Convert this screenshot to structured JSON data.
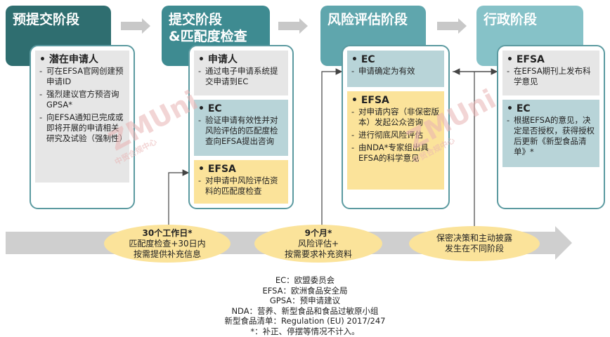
{
  "stages": [
    {
      "title": "预提交阶段",
      "color": "#2f6e70"
    },
    {
      "title": "提交阶段\n&匹配度检查",
      "color": "#3e8b91"
    },
    {
      "title": "风险评估阶段",
      "color": "#5fa6ad"
    },
    {
      "title": "行政阶段",
      "color": "#86c2c8"
    }
  ],
  "stage1": {
    "box1": {
      "title": "潜在申请人",
      "items": [
        "可在EFSA官网创建预申请ID",
        "强烈建议官方预咨询 GPSA*",
        "向EFSA通知已完成或即将开展的申请相关研究及试验（强制性）"
      ]
    }
  },
  "stage2": {
    "box1": {
      "title": "申请人",
      "items": [
        "通过电子申请系统提交申请到EC"
      ]
    },
    "box2": {
      "title": "EC",
      "items": [
        "验证申请有效性并对风险评估的匹配度检查向EFSA提出咨询"
      ]
    },
    "box3": {
      "title": "EFSA",
      "items": [
        "对申请中风险评估资料的匹配度检查"
      ]
    }
  },
  "stage3": {
    "box1": {
      "title": "EC",
      "items": [
        "申请确定为有效"
      ]
    },
    "box2": {
      "title": "EFSA",
      "items": [
        "对申请内容（非保密版本）发起公众咨询",
        "进行彻底风险评估",
        "由NDA*专家组出具EFSA的科学意见"
      ]
    }
  },
  "stage4": {
    "box1": {
      "title": "EFSA",
      "items": [
        "在EFSA期刊上发布科学意见"
      ]
    },
    "box2": {
      "title": "EC",
      "items": [
        "根据EFSA的意见，决定是否授权，获得授权后更新《新型食品清单》*"
      ]
    }
  },
  "timeline": [
    {
      "bold": "30个工作日*",
      "lines": [
        "匹配度检查+30日内",
        "按需提供补充信息"
      ]
    },
    {
      "bold": "9个月*",
      "lines": [
        "风险评估+",
        "按需要求补充资料"
      ]
    },
    {
      "bold": "",
      "lines": [
        "保密决策和主动披露",
        "发生在不同阶段"
      ]
    }
  ],
  "legend": [
    "EC：欧盟委员会",
    "EFSA：欧洲食品安全局",
    "GPSA：预申请建议",
    "NDA：营养、新型食品和食品过敏原小组",
    "新型食品清单：Regulation (EU) 2017/247",
    "*：补正、停摆等情况不计入。"
  ],
  "watermark": {
    "brand": "ZMUni",
    "sub": "中贸合规中心",
    "color": "#e9b3b3"
  },
  "colors": {
    "border": "#5b9aa0",
    "gray": "#e6e6e6",
    "blue": "#b8d4d8",
    "yellow": "#fbe39a",
    "arrow": "#c8c8c8"
  }
}
